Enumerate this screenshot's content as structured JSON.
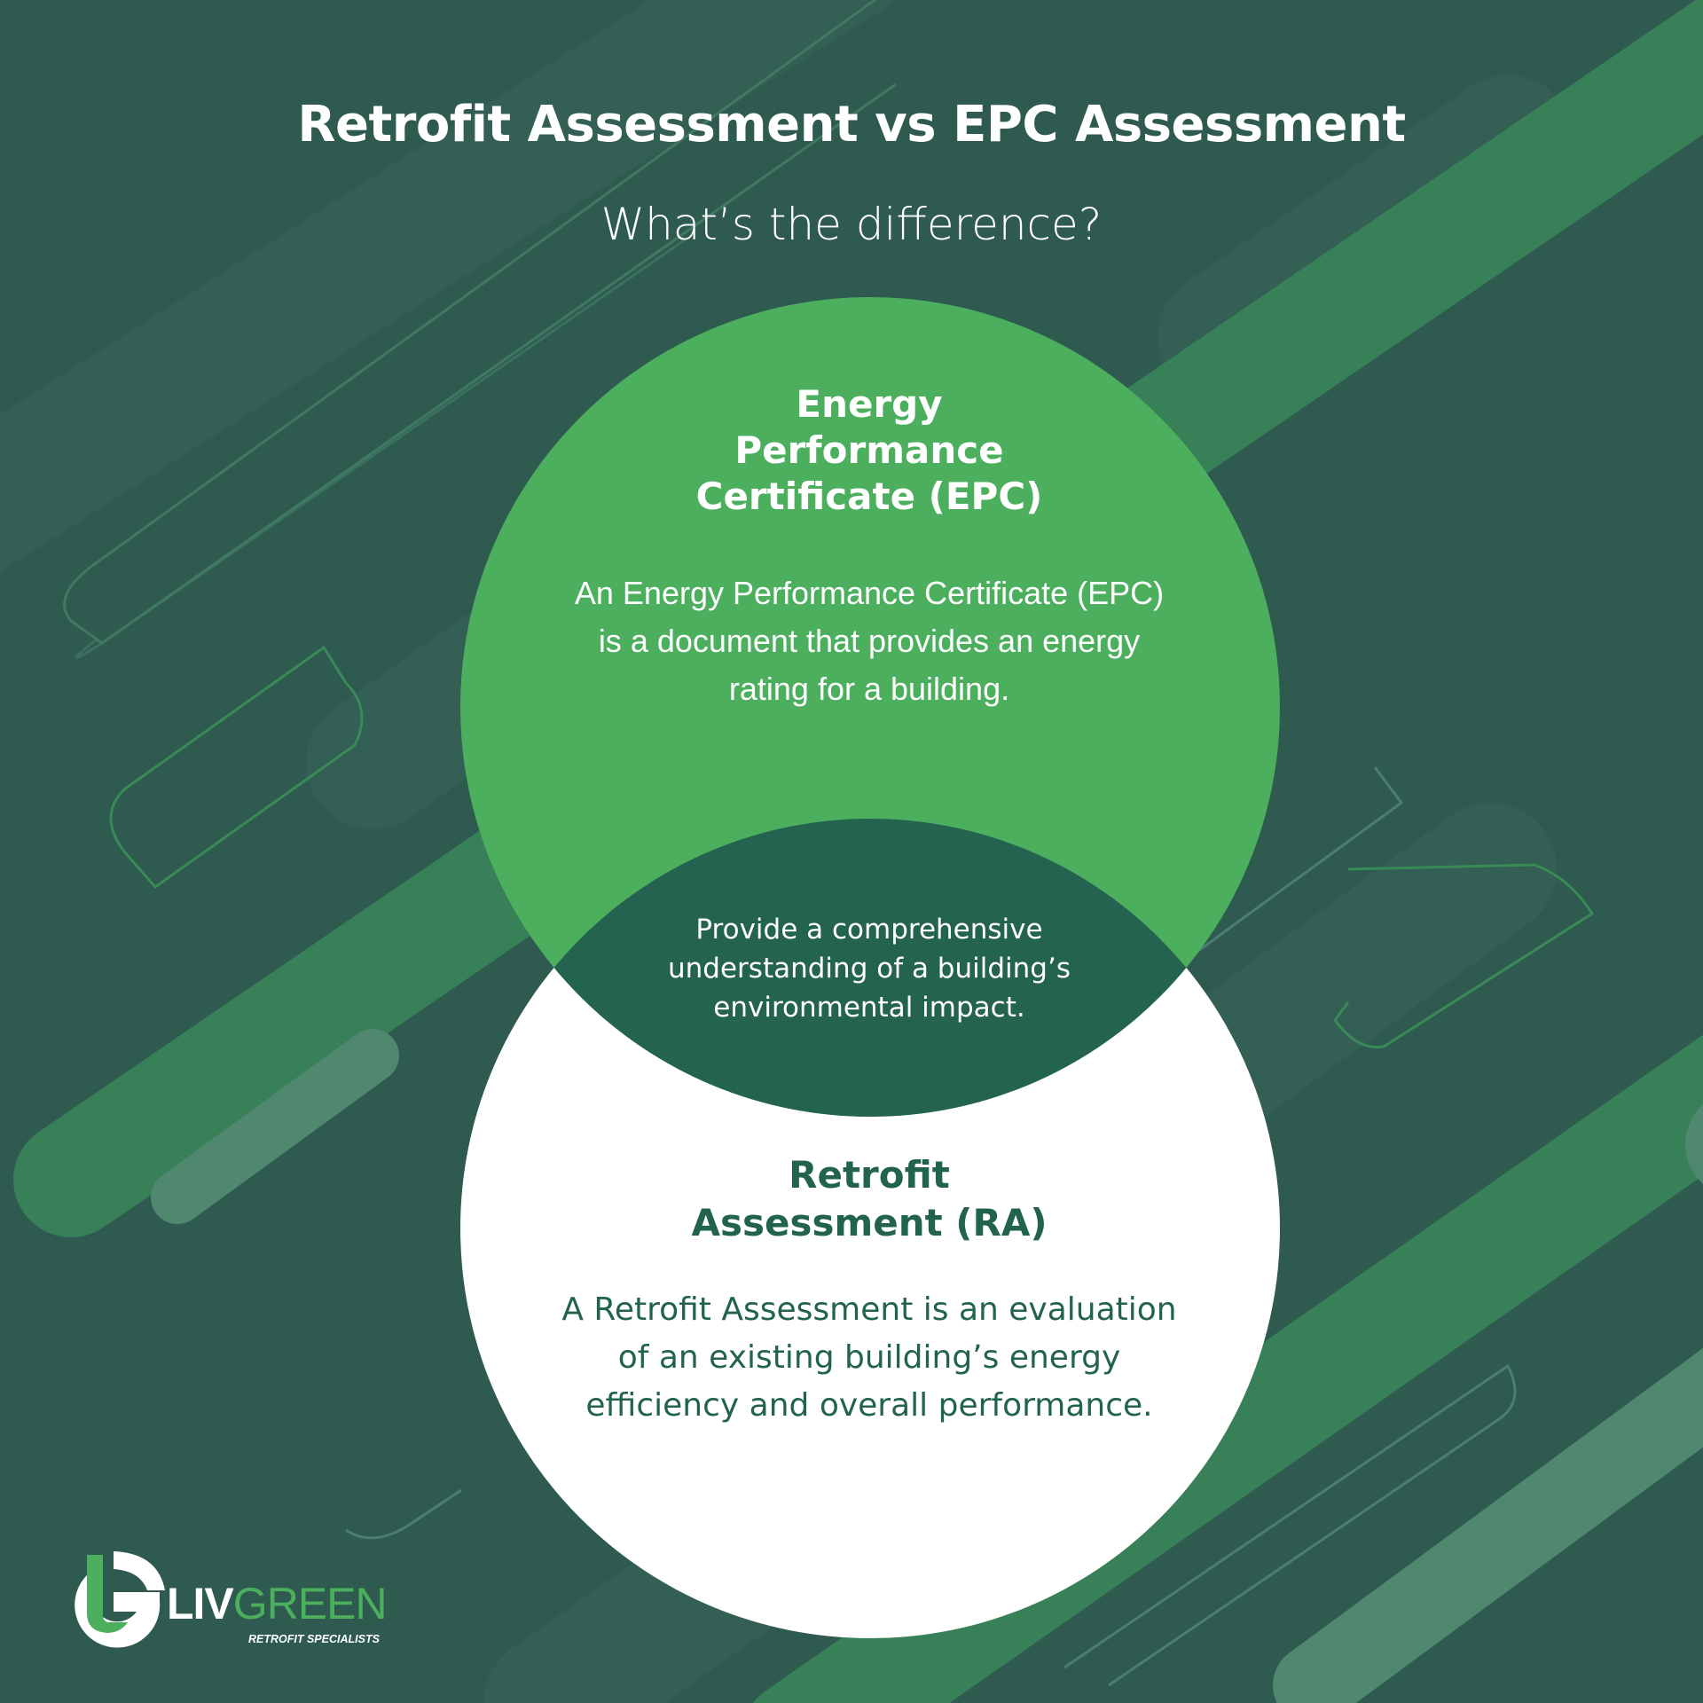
{
  "header": {
    "title": "Retrofit Assessment vs EPC Assessment",
    "subtitle": "What’s the difference?"
  },
  "venn": {
    "top_circle": {
      "title_lines": [
        "Energy",
        "Performance",
        "Certificate (EPC)"
      ],
      "description": "An Energy Performance Certificate (EPC) is a document that provides an energy rating for a building.",
      "color": "#4caf5e"
    },
    "overlap": {
      "description": "Provide a comprehensive understanding of a building’s environmental impact.",
      "color": "#24634f"
    },
    "bottom_circle": {
      "title_lines": [
        "Retrofit",
        "Assessment (RA)"
      ],
      "description": "A Retrofit Assessment is an evaluation of an existing building’s energy efficiency and overall performance.",
      "color": "#ffffff",
      "text_color": "#22634f"
    }
  },
  "logo": {
    "brand_part1": "LIV",
    "brand_part2": "GREEN",
    "tagline": "RETROFIT SPECIALISTS"
  },
  "colors": {
    "background": "#2e5a50",
    "accent_green": "#4caf5e",
    "dark_green": "#24634f"
  }
}
